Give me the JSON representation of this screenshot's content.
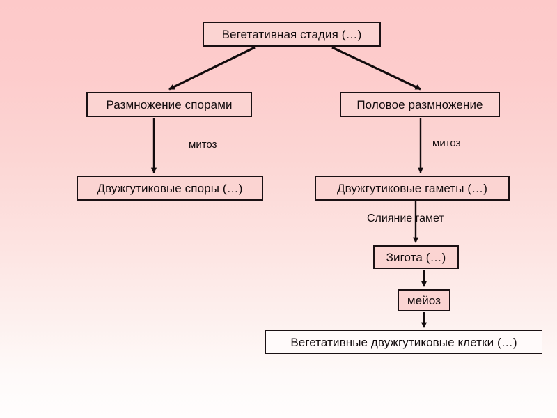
{
  "slide": {
    "background_top_color": "#fdc9c9",
    "background_bottom_color": "#fffdfd",
    "node_fill_color": "#fbd4d2",
    "node_border_color": "#1a1013",
    "text_color": "#120b0d"
  },
  "diagram": {
    "type": "flowchart",
    "title": "Вегетативная стадия (…)",
    "nodes": [
      {
        "id": "vegetative-stage",
        "label": "Вегетативная стадия (…)"
      },
      {
        "id": "spore-reproduction",
        "label": "Размножение спорами"
      },
      {
        "id": "sexual-reproduction",
        "label": "Половое размножение"
      },
      {
        "id": "biflagellate-spores",
        "label": "Двужгутиковые споры (…)"
      },
      {
        "id": "biflagellate-gametes",
        "label": "Двужгутиковые гаметы (…)"
      },
      {
        "id": "zygote",
        "label": "Зигота (…)"
      },
      {
        "id": "meiosis",
        "label": "мейоз"
      },
      {
        "id": "vegetative-cells",
        "label": "Вегетативные двужгутиковые клетки (…)"
      }
    ],
    "edge_labels": [
      {
        "id": "mitosis-left",
        "label": "митоз"
      },
      {
        "id": "mitosis-right",
        "label": "митоз"
      },
      {
        "id": "gamete-fusion",
        "label": "Слияние гамет"
      }
    ],
    "edges": [
      {
        "from": "vegetative-stage",
        "to": "spore-reproduction",
        "label": ""
      },
      {
        "from": "vegetative-stage",
        "to": "sexual-reproduction",
        "label": ""
      },
      {
        "from": "spore-reproduction",
        "to": "biflagellate-spores",
        "label": "митоз"
      },
      {
        "from": "sexual-reproduction",
        "to": "biflagellate-gametes",
        "label": "митоз"
      },
      {
        "from": "biflagellate-gametes",
        "to": "zygote",
        "label": "Слияние гамет"
      },
      {
        "from": "zygote",
        "to": "meiosis",
        "label": ""
      },
      {
        "from": "meiosis",
        "to": "vegetative-cells",
        "label": ""
      }
    ]
  }
}
